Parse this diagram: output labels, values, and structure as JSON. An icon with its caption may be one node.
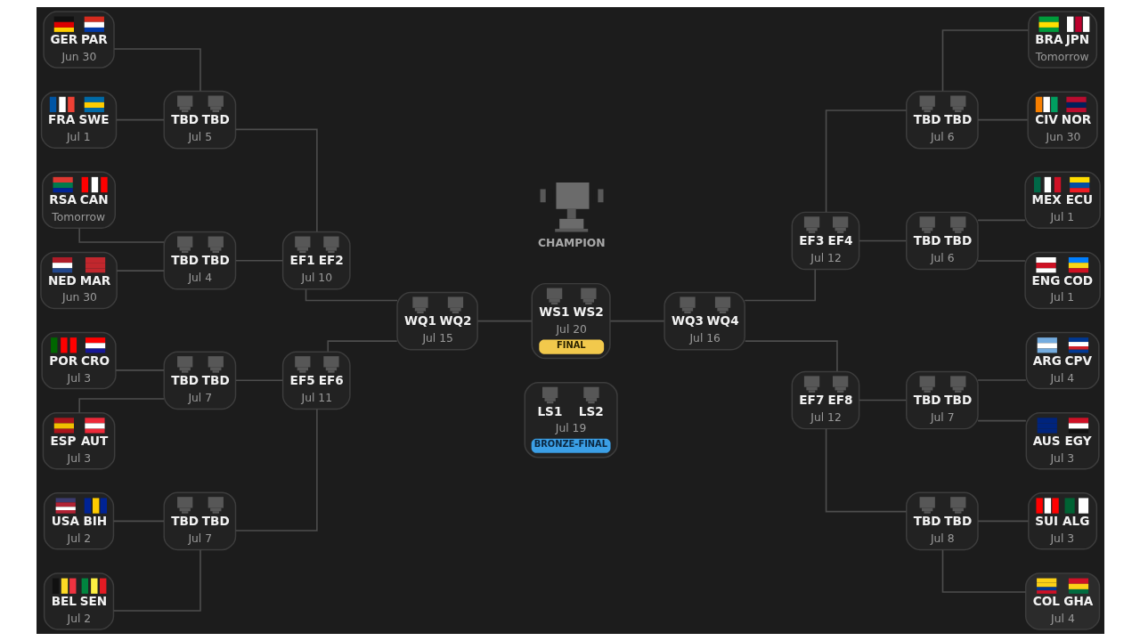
{
  "diagram": {
    "nodes": [
      {
        "text": [
          "GER",
          "PAR",
          "Jun 30"
        ]
      },
      {
        "text": [
          "FRA",
          "SWE",
          "Jul 1"
        ]
      },
      {
        "text": [
          "RSA",
          "CAN",
          "Tomorrow"
        ]
      },
      {
        "text": [
          "NED",
          "MAR",
          "Jun 30"
        ]
      },
      {
        "text": [
          "POR",
          "CRO",
          "Jul 3"
        ]
      },
      {
        "text": [
          "ESP",
          "AUT",
          "Jul 3"
        ]
      },
      {
        "text": [
          "USA",
          "BIH",
          "Jul 2"
        ]
      },
      {
        "text": [
          "BEL",
          "SEN",
          "Jul 2"
        ]
      },
      {
        "text": [
          "TBD",
          "TBD",
          "Jul 5"
        ]
      },
      {
        "text": [
          "TBD",
          "TBD",
          "Jul 4"
        ]
      },
      {
        "text": [
          "TBD",
          "TBD",
          "Jul 7"
        ]
      },
      {
        "text": [
          "TBD",
          "TBD",
          "Jul 7"
        ]
      },
      {
        "text": [
          "EF1",
          "EF2",
          "Jul 10"
        ]
      },
      {
        "text": [
          "EF5",
          "EF6",
          "Jul 11"
        ]
      },
      {
        "text": [
          "WQ1",
          "WQ2",
          "Jul 15"
        ]
      },
      {
        "text": [
          "WS1",
          "WS2",
          "Jul 20",
          "FINAL"
        ]
      },
      {
        "text": [
          "LS1",
          "LS2",
          "Jul 19",
          "BRONZE-FINAL"
        ]
      },
      {
        "text": [
          "WQ3",
          "WQ4",
          "Jul 16"
        ]
      },
      {
        "text": [
          "EF3",
          "EF4",
          "Jul 12"
        ]
      },
      {
        "text": [
          "EF7",
          "EF8",
          "Jul 12"
        ]
      },
      {
        "text": [
          "TBD",
          "TBD",
          "Jul 6"
        ]
      },
      {
        "text": [
          "TBD",
          "TBD",
          "Jul 6"
        ]
      },
      {
        "text": [
          "TBD",
          "TBD",
          "Jul 7"
        ]
      },
      {
        "text": [
          "TBD",
          "TBD",
          "Jul 8"
        ]
      },
      {
        "text": [
          "BRA",
          "JPN",
          "Tomorrow"
        ]
      },
      {
        "text": [
          "CIV",
          "NOR",
          "Jun 30"
        ]
      },
      {
        "text": [
          "MEX",
          "ECU",
          "Jul 1"
        ]
      },
      {
        "text": [
          "ENG",
          "COD",
          "Jul 1"
        ]
      },
      {
        "text": [
          "ARG",
          "CPV",
          "Jul 4"
        ]
      },
      {
        "text": [
          "AUS",
          "EGY",
          "Jul 3"
        ]
      },
      {
        "text": [
          "SUI",
          "ALG",
          "Jul 3"
        ]
      },
      {
        "text": [
          "COL",
          "GHA",
          "Jul 4"
        ]
      }
    ],
    "edges": [
      {
        "from": 0,
        "to": 8,
        "arrow": "none"
      },
      {
        "from": 1,
        "to": 8,
        "arrow": "none"
      },
      {
        "from": 2,
        "to": 9,
        "arrow": "none"
      },
      {
        "from": 3,
        "to": 9,
        "arrow": "none"
      },
      {
        "from": 4,
        "to": 10,
        "arrow": "none"
      },
      {
        "from": 5,
        "to": 10,
        "arrow": "none"
      },
      {
        "from": 6,
        "to": 11,
        "arrow": "none"
      },
      {
        "from": 7,
        "to": 11,
        "arrow": "none"
      },
      {
        "from": 8,
        "to": 12,
        "arrow": "none"
      },
      {
        "from": 9,
        "to": 12,
        "arrow": "none"
      },
      {
        "from": 10,
        "to": 13,
        "arrow": "none"
      },
      {
        "from": 11,
        "to": 13,
        "arrow": "none"
      },
      {
        "from": 12,
        "to": 14,
        "arrow": "none"
      },
      {
        "from": 13,
        "to": 14,
        "arrow": "none"
      },
      {
        "from": 14,
        "to": 15,
        "arrow": "none"
      },
      {
        "from": 15,
        "to": 17,
        "arrow": "none"
      },
      {
        "from": 17,
        "to": 18,
        "arrow": "none"
      },
      {
        "from": 17,
        "to": 19,
        "arrow": "none"
      },
      {
        "from": 18,
        "to": 20,
        "arrow": "none"
      },
      {
        "from": 18,
        "to": 21,
        "arrow": "none"
      },
      {
        "from": 19,
        "to": 22,
        "arrow": "none"
      },
      {
        "from": 19,
        "to": 23,
        "arrow": "none"
      },
      {
        "from": 20,
        "to": 24,
        "arrow": "none"
      },
      {
        "from": 20,
        "to": 25,
        "arrow": "none"
      },
      {
        "from": 21,
        "to": 26,
        "arrow": "none"
      },
      {
        "from": 21,
        "to": 27,
        "arrow": "none"
      },
      {
        "from": 22,
        "to": 28,
        "arrow": "none"
      },
      {
        "from": 22,
        "to": 29,
        "arrow": "none"
      },
      {
        "from": 23,
        "to": 30,
        "arrow": "none"
      },
      {
        "from": 23,
        "to": 31,
        "arrow": "none"
      }
    ],
    "labels": [
      "CHAMPION"
    ]
  }
}
